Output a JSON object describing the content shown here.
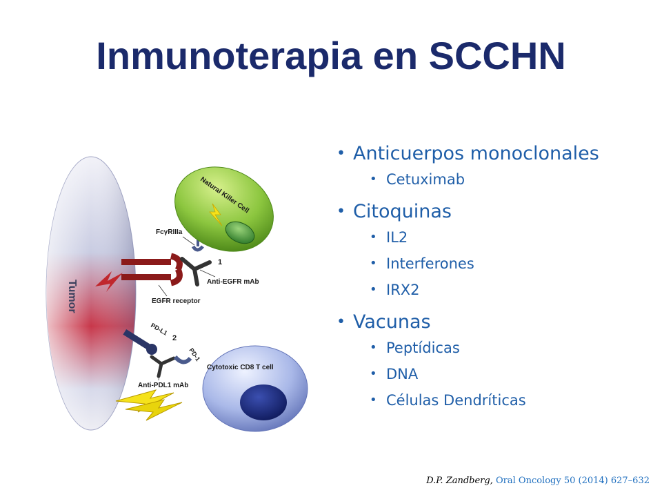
{
  "title": "Inmunoterapia en SCCHN",
  "bullets": [
    {
      "label": "Anticuerpos monoclonales",
      "items": [
        "Cetuximab"
      ]
    },
    {
      "label": "Citoquinas",
      "items": [
        "IL2",
        "Interferones",
        "IRX2"
      ]
    },
    {
      "label": "Vacunas",
      "items": [
        "Peptídicas",
        "DNA",
        "Células Dendríticas"
      ]
    }
  ],
  "diagram": {
    "tumor_label": "Tumor",
    "nk_cell_label": "Natural Killer Cell",
    "t_cell_label": "Cytotoxic CD8 T cell",
    "fc_receptor_label": "FcγRIIIa",
    "anti_egfr_label": "Anti-EGFR mAb",
    "egfr_label": "EGFR receptor",
    "pdl1_label": "PD-L1",
    "pd1_label": "PD-1",
    "anti_pdl1_label": "Anti-PDL1 mAb",
    "mechanism_1": "1",
    "mechanism_2": "2"
  },
  "citation": {
    "author": "D.P. Zandberg,",
    "journal": "Oral Oncology 50 (2014) 627–632"
  },
  "colors": {
    "title": "#1b2a6b",
    "bullet_text": "#1f5ea8",
    "nk_cell": "#8cc63f",
    "t_cell": "#a9b8e8",
    "tumor_red": "#c8374a"
  }
}
